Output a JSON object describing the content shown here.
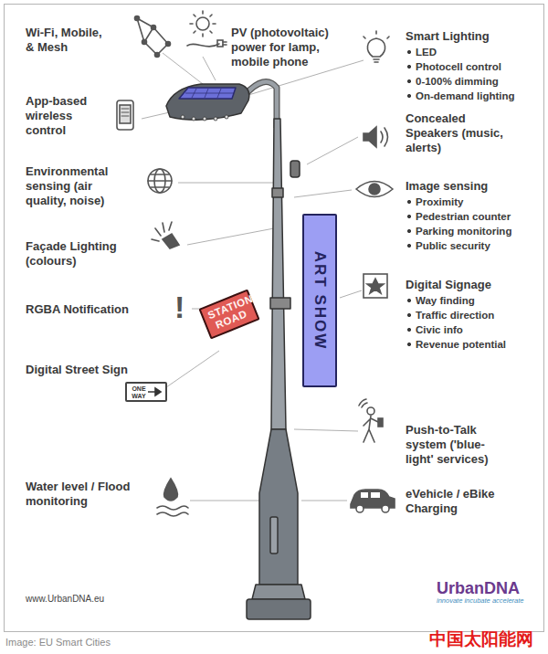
{
  "diagram": {
    "nodes": [
      {
        "text": [
          "STATION ROAD"
        ]
      },
      {
        "text": [
          "ART SHOW"
        ]
      },
      {
        "text": [
          "ONE WAY"
        ]
      }
    ],
    "labels": [
      "Wi-Fi, Mobile, & Mesh",
      "PV (photovoltaic) power for lamp, mobile phone",
      "Smart Lighting",
      "LED",
      "Photocell control",
      "0-100% dimming",
      "On-demand lighting",
      "App-based wireless control",
      "Concealed Speakers (music, alerts)",
      "Environmental sensing (air quality, noise)",
      "Image sensing",
      "Proximity",
      "Pedestrian counter",
      "Parking monitoring",
      "Public security",
      "Façade Lighting (colours)",
      "Digital Signage",
      "Way finding",
      "Traffic direction",
      "Civic info",
      "Revenue potential",
      "RGBA Notification",
      "!",
      "Digital Street Sign",
      "Push-to-Talk system ('blue-light' services)",
      "Water level / Flood monitoring",
      "eVehicle / eBike Charging",
      "www.UrbanDNA.eu",
      "UrbanDNA",
      "innovate incubate accelerate",
      "Image: EU Smart Cities",
      "中国太阳能网"
    ]
  }
}
